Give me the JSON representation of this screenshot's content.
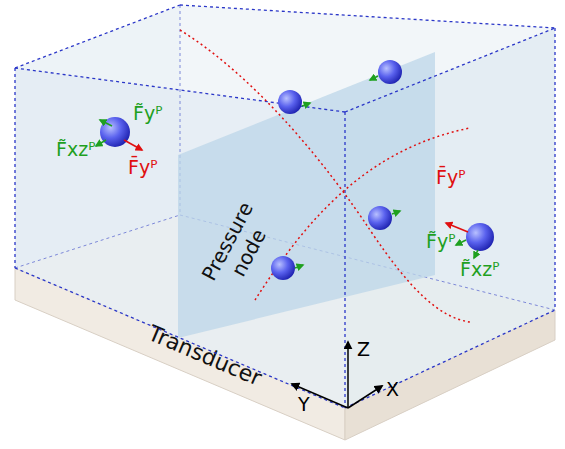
{
  "diagram": {
    "nodes": [
      {
        "text": [
          "Pressure node"
        ]
      },
      {
        "text": [
          "Transducer"
        ]
      }
    ],
    "labels": [
      "F̃yᴾ",
      "F̃xzᴾ",
      "F̄yᴾ",
      "F̄yᴾ",
      "F̃yᴾ",
      "F̃xzᴾ",
      "Z",
      "Y",
      "X"
    ]
  }
}
